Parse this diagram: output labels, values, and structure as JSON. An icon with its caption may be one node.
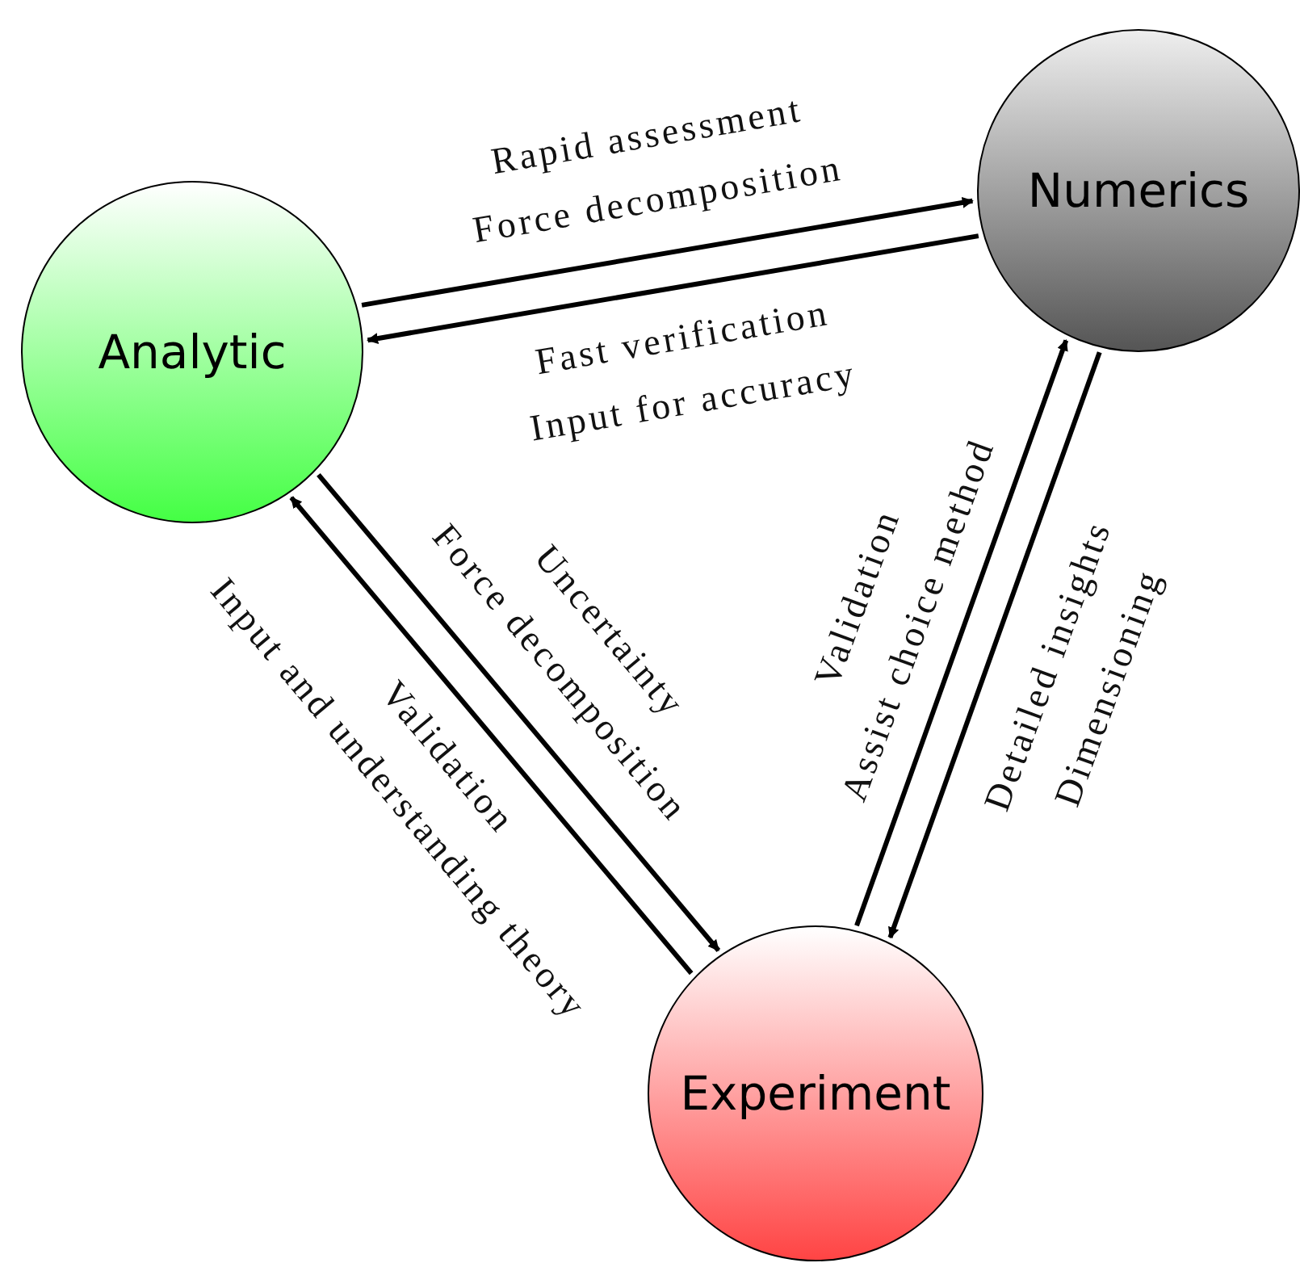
{
  "diagram": {
    "nodes": [
      {
        "text": [
          "Analytic"
        ]
      },
      {
        "text": [
          "Numerics"
        ]
      },
      {
        "text": [
          "Experiment"
        ]
      }
    ],
    "edges": [
      {
        "from": 0,
        "to": 1,
        "arrow": "to",
        "label": "Rapid assessment Force decomposition"
      },
      {
        "from": 1,
        "to": 0,
        "arrow": "to",
        "label": "Fast verification Input for accuracy"
      },
      {
        "from": 0,
        "to": 2,
        "arrow": "to",
        "label": "Uncertainty Force decomposition"
      },
      {
        "from": 2,
        "to": 0,
        "arrow": "to",
        "label": "Validation Input and understanding theory"
      },
      {
        "from": 2,
        "to": 1,
        "arrow": "to",
        "label": "Validation Assist choice method"
      },
      {
        "from": 1,
        "to": 2,
        "arrow": "to",
        "label": "Detailed insights Dimensioning"
      }
    ]
  }
}
